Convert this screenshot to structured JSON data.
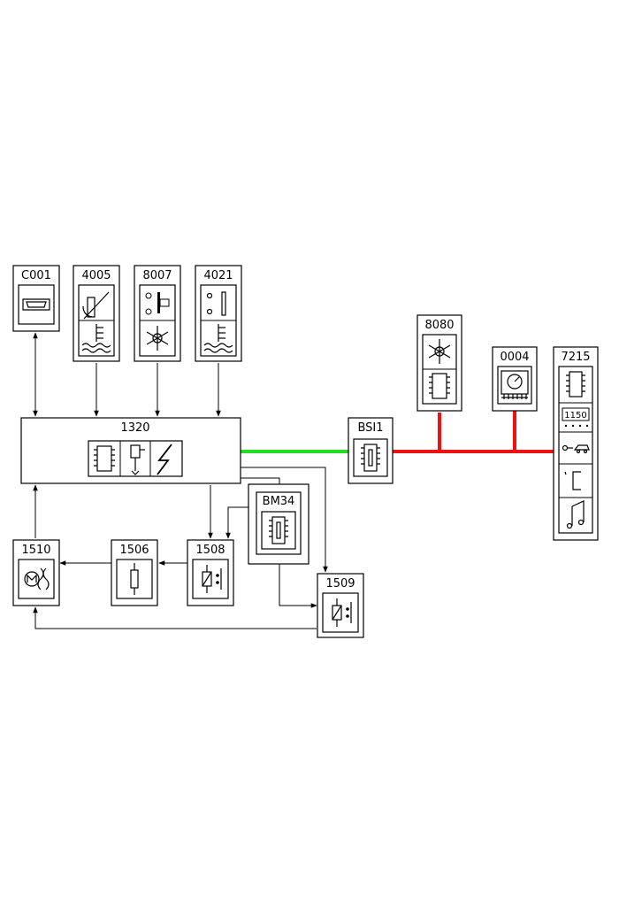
{
  "components": {
    "c001": "C001",
    "c4005": "4005",
    "c8007": "8007",
    "c4021": "4021",
    "c1320": "1320",
    "bsi1": "BSI1",
    "c8080": "8080",
    "c0004": "0004",
    "c7215": "7215",
    "bm34": "BM34",
    "c1510": "1510",
    "c1506": "1506",
    "c1508": "1508",
    "c1509": "1509"
  },
  "display_readout": "1150",
  "bus_colors": {
    "can_green": "#22dd22",
    "can_red": "#ee1111"
  },
  "icons": [
    "connector-icon",
    "temperature-sensor-icon",
    "coolant-icon",
    "pressure-switch-icon",
    "snowflake-icon",
    "level-sensor-icon",
    "chip-icon",
    "injector-icon",
    "lightning-icon",
    "fuse-box-icon",
    "gauge-icon",
    "display-icon",
    "car-key-icon",
    "bracket-icon",
    "note-icon",
    "motor-fan-icon",
    "resistor-icon",
    "relay-icon"
  ]
}
